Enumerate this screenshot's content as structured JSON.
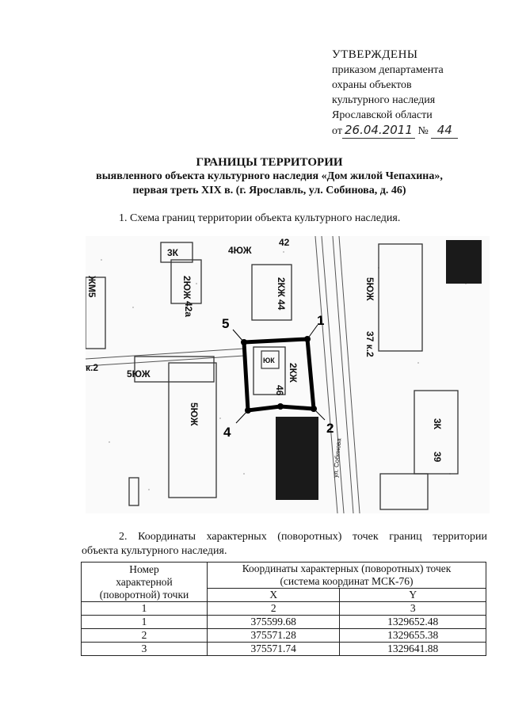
{
  "approval": {
    "heading": "УТВЕРЖДЕНЫ",
    "lines": [
      "приказом департамента",
      "охраны объектов",
      "культурного наследия",
      "Ярославской области"
    ],
    "date_prefix": "от",
    "date_hand": "26.04.2011",
    "number_prefix": "№",
    "number_hand": "44"
  },
  "title": {
    "line1": "ГРАНИЦЫ ТЕРРИТОРИИ",
    "line2": "выявленного объекта культурного наследия «Дом жилой Чепахина»,",
    "line3": "первая треть XIX в. (г. Ярославль, ул. Собинова, д. 46)"
  },
  "section1": "1. Схема границ территории объекта культурного наследия.",
  "map": {
    "building_labels": [
      "3К",
      "4ЮЖ",
      "42",
      "2ЮЖ",
      "42а",
      "2КЖ",
      "44",
      "5ЮЖ",
      "37 к.2",
      "ЮК",
      "2КЖ",
      "46",
      "5ЮЖ",
      "5ЮЖ",
      "3К",
      "39",
      "ЖМ5",
      "к.2",
      "ул. Собинова"
    ],
    "points": [
      "1",
      "2",
      "4",
      "5"
    ]
  },
  "section2_line1": "2. Координаты характерных (поворотных) точек границ территории",
  "section2_line2": "объекта культурного наследия.",
  "table": {
    "h_number_l1": "Номер",
    "h_number_l2": "характерной",
    "h_number_l3": "(поворотной) точки",
    "h_coords_l1": "Координаты характерных (поворотных) точек",
    "h_coords_l2": "(система координат МСК-76)",
    "h_x": "X",
    "h_y": "Y",
    "col_numbers": [
      "1",
      "2",
      "3"
    ],
    "rows": [
      {
        "n": "1",
        "x": "375599.68",
        "y": "1329652.48"
      },
      {
        "n": "2",
        "x": "375571.28",
        "y": "1329655.38"
      },
      {
        "n": "3",
        "x": "375571.74",
        "y": "1329641.88"
      }
    ]
  }
}
